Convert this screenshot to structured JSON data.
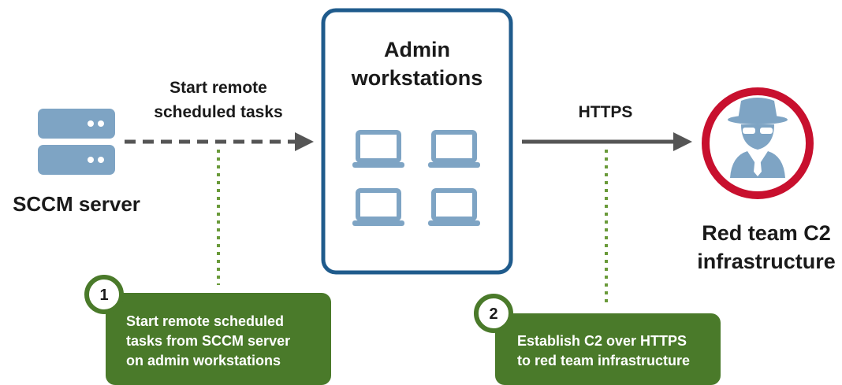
{
  "sccm": {
    "label": "SCCM server"
  },
  "arrow_tasks": {
    "line1": "Start remote",
    "line2": "scheduled tasks"
  },
  "workstations": {
    "title_line1": "Admin",
    "title_line2": "workstations"
  },
  "arrow_https": {
    "label": "HTTPS"
  },
  "redteam": {
    "label_line1": "Red team C2",
    "label_line2": "infrastructure"
  },
  "step1": {
    "number": "1",
    "line1": "Start remote scheduled",
    "line2": "tasks from SCCM server",
    "line3": "on admin workstations"
  },
  "step2": {
    "number": "2",
    "line1": "Establish C2 over HTTPS",
    "line2": "to red team infrastructure"
  },
  "colors": {
    "server_blue": "#7ea4c4",
    "laptop_blue": "#7ea4c4",
    "box_border": "#1f5b8c",
    "arrow_gray": "#555555",
    "green": "#4a7a2a",
    "dotted_green": "#6a9a3a",
    "red": "#c8102e",
    "spy_blue": "#7ea4c4"
  },
  "icons": {
    "server": "server-stack-icon",
    "laptop": "laptop-icon",
    "attacker": "spy-hacker-icon"
  }
}
